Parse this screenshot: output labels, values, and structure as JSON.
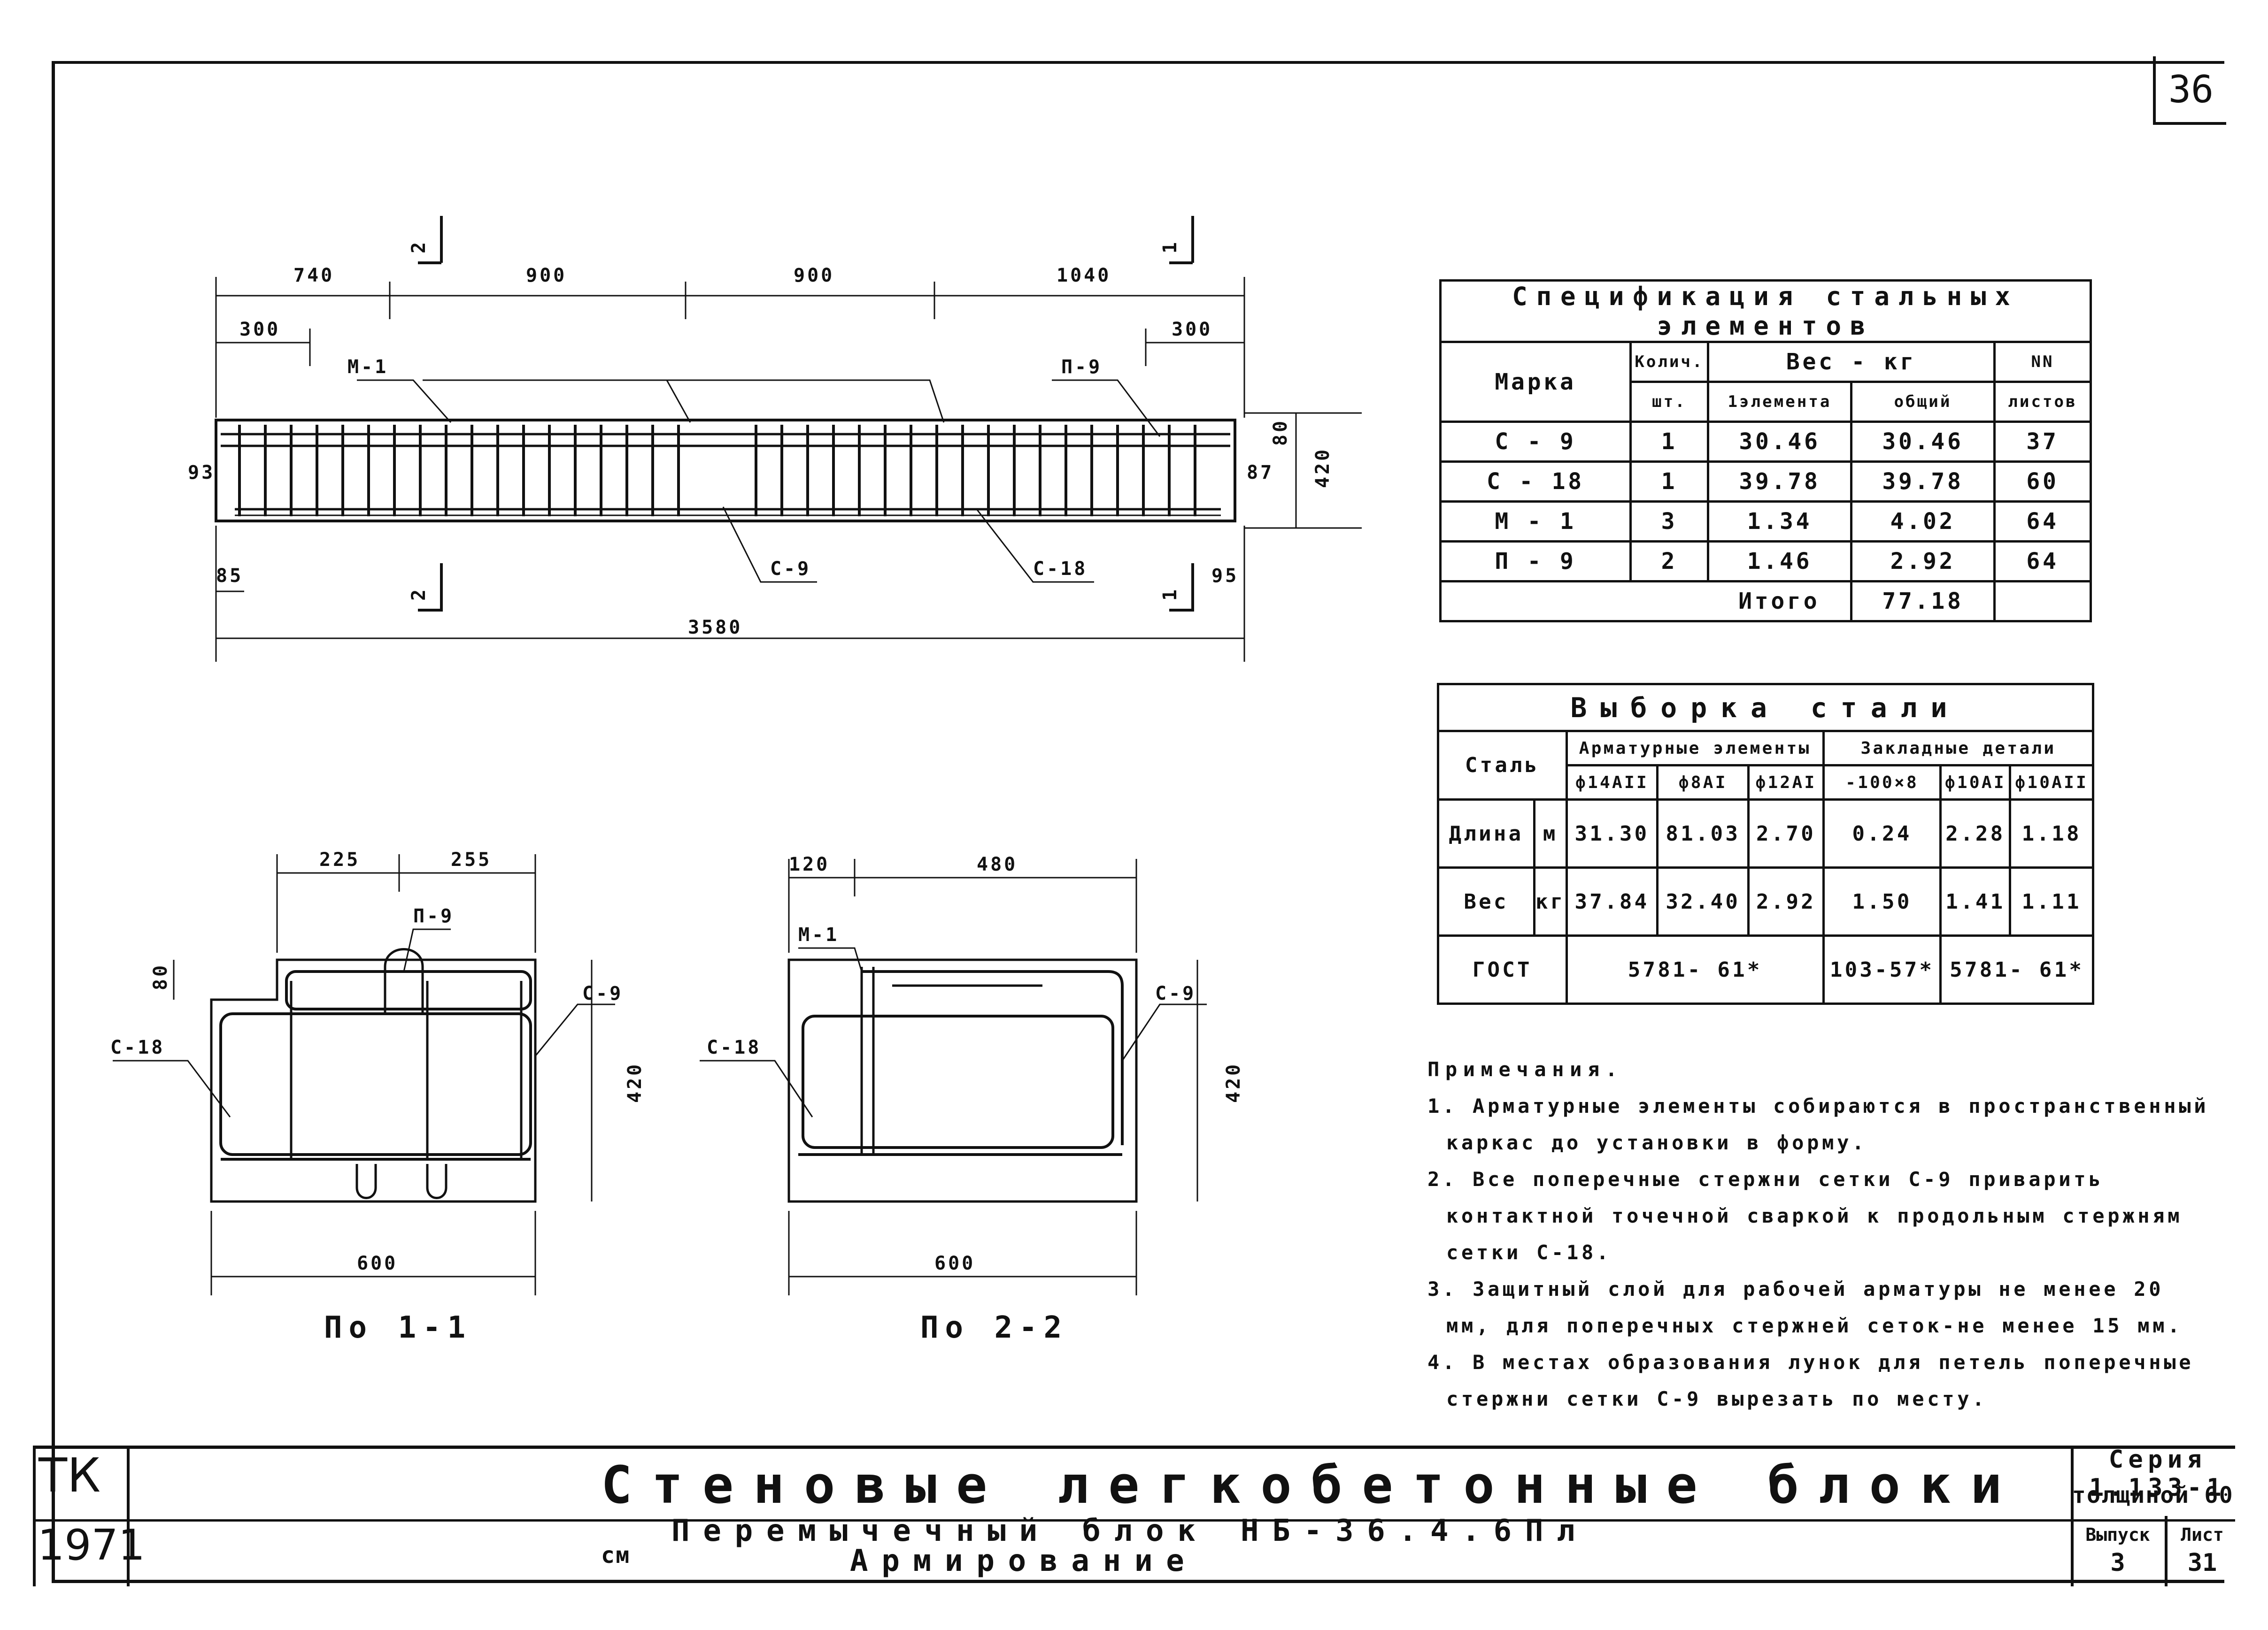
{
  "sheet_number": "36",
  "drawing": {
    "elevation_dims_top": [
      "740",
      "900",
      "900",
      "1040"
    ],
    "elevation_dims_sub": [
      "300",
      "300"
    ],
    "elevation_total": "3580",
    "elevation_height": "420",
    "elevation_side_left": "93",
    "elevation_side_right": "87",
    "elevation_top_right": "80",
    "elevation_bottom_left": "85",
    "elevation_bottom_right": "95",
    "labels": {
      "m1": "М-1",
      "p9": "П-9",
      "c9": "С-9",
      "c18": "С-18"
    },
    "section_marks": {
      "s2": "2",
      "s1": "1"
    },
    "section1": {
      "dims_top": [
        "225",
        "255"
      ],
      "height": "420",
      "step": "80",
      "width": "600",
      "caption": "По 1-1",
      "labels": [
        "П-9",
        "С-9",
        "С-18"
      ]
    },
    "section2": {
      "dims_top": [
        "120",
        "480"
      ],
      "height": "420",
      "width": "600",
      "caption": "По 2-2",
      "labels": [
        "М-1",
        "С-9",
        "С-18"
      ]
    }
  },
  "spec_table": {
    "title": "Спецификация стальных элементов",
    "headers": {
      "mark": "Марка",
      "qty": "Колич.",
      "qty_unit": "шт.",
      "weight": "Вес - кг",
      "weight_elem": "1элемента",
      "weight_total": "общий",
      "sheet": "NN",
      "sheet_sub": "листов"
    },
    "rows": [
      {
        "mark": "С - 9",
        "qty": "1",
        "elem": "30.46",
        "total": "30.46",
        "sheet": "37"
      },
      {
        "mark": "С - 18",
        "qty": "1",
        "elem": "39.78",
        "total": "39.78",
        "sheet": "60"
      },
      {
        "mark": "М - 1",
        "qty": "3",
        "elem": "1.34",
        "total": "4.02",
        "sheet": "64"
      },
      {
        "mark": "П - 9",
        "qty": "2",
        "elem": "1.46",
        "total": "2.92",
        "sheet": "64"
      }
    ],
    "total_label": "Итого",
    "total_value": "77.18"
  },
  "steel_table": {
    "title": "Выборка стали",
    "steel_label": "Сталь",
    "group1": "Арматурные элементы",
    "group2": "Закладные детали",
    "cols": [
      "ф14АII",
      "ф8АI",
      "ф12АI",
      "-100×8",
      "ф10АI",
      "ф10АII"
    ],
    "length_label": "Длина",
    "length_unit": "м",
    "length": [
      "31.30",
      "81.03",
      "2.70",
      "0.24",
      "2.28",
      "1.18"
    ],
    "weight_label": "Вес",
    "weight_unit": "кг",
    "weight": [
      "37.84",
      "32.40",
      "2.92",
      "1.50",
      "1.41",
      "1.11"
    ],
    "gost_label": "ГОСТ",
    "gost1": "5781- 61*",
    "gost2": "103-57*",
    "gost3": "5781- 61*"
  },
  "notes": {
    "title": "Примечания.",
    "items": [
      "1. Арматурные элементы собираются в пространственный каркас до установки в форму.",
      "2. Все поперечные стержни сетки С-9 приварить контактной точечной сваркой к продольным стержням сетки С-18.",
      "3. Защитный слой для рабочей арматуры не менее 20 мм, для поперечных стержней сеток-не менее 15 мм.",
      "4. В местах образования лунок для петель поперечные стержни сетки С-9 вырезать по месту."
    ]
  },
  "title_block": {
    "org": "ТК",
    "year": "1971",
    "title": "Стеновые легкобетонные блоки",
    "title_suffix": "толщиной 60 см",
    "subtitle1": "Перемычечный блок НБ-36.4.6Пл",
    "subtitle2": "Армирование",
    "series_label": "Серия",
    "series_value": "1.133-1",
    "issue_label": "Выпуск",
    "issue_value": "3",
    "sheet_label": "Лист",
    "sheet_value": "31"
  }
}
